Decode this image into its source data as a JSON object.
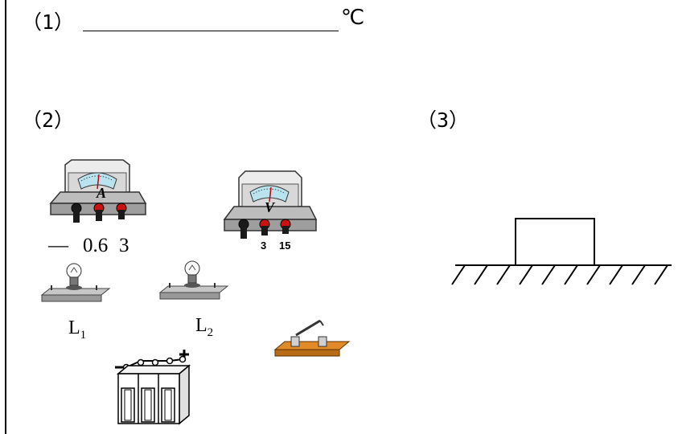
{
  "question1": {
    "label": "（1）",
    "unit": "℃"
  },
  "question2": {
    "label": "（2）",
    "ammeter": {
      "dial_letter": "A",
      "terminals": [
        "—",
        "0.6",
        "3"
      ]
    },
    "voltmeter": {
      "dial_letter": "V",
      "terminals": [
        "3",
        "15"
      ]
    },
    "bulb1": {
      "symbol": "L",
      "subscript": "1"
    },
    "bulb2": {
      "symbol": "L",
      "subscript": "2"
    },
    "battery": {
      "neg": "-",
      "pos": "+"
    },
    "switch": {}
  },
  "question3": {
    "label": "（3）"
  }
}
